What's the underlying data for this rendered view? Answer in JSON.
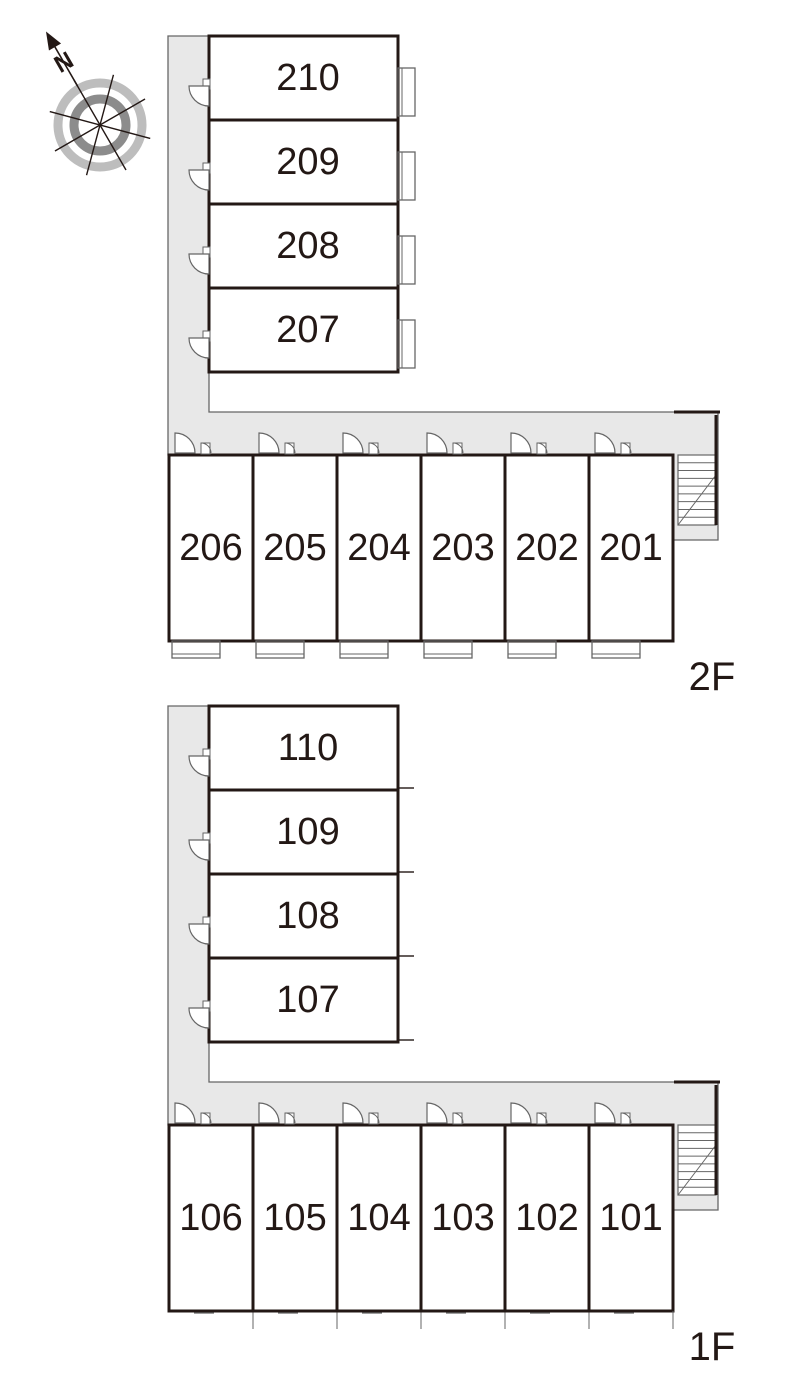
{
  "compass": {
    "letter": "N",
    "icon": "compass-icon",
    "heading_deg": -30
  },
  "colors": {
    "wall": "#231815",
    "corridor": "#e8e8e8",
    "line": "#666666",
    "ring_outer": "#bdbdbd",
    "ring_inner": "#8c8c8c"
  },
  "floors": [
    {
      "label": "2F",
      "side_rooms": [
        "210",
        "209",
        "208",
        "207"
      ],
      "front_rooms": [
        "206",
        "205",
        "204",
        "203",
        "202",
        "201"
      ],
      "side_balcony": true
    },
    {
      "label": "1F",
      "side_rooms": [
        "110",
        "109",
        "108",
        "107"
      ],
      "front_rooms": [
        "106",
        "105",
        "104",
        "103",
        "102",
        "101"
      ],
      "side_balcony": false
    }
  ]
}
